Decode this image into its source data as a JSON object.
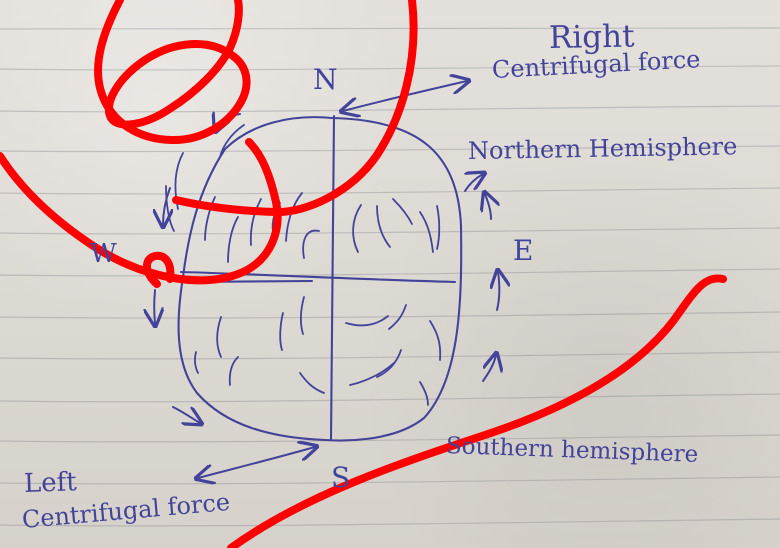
{
  "labels": {
    "north": "N",
    "east": "E",
    "west": "W",
    "south": "S",
    "right_title": "Right",
    "right_force": "Centrifugal force",
    "northern_hemisphere": "Northern Hemisphere",
    "southern_hemisphere": "Southern hemisphere",
    "left_title": "Left",
    "left_force": "Centrifugal force"
  },
  "colors": {
    "paper": "#dedbd5",
    "ink": "#43439a",
    "red_mark": "#ff0000",
    "rules": "#8d8f94"
  }
}
